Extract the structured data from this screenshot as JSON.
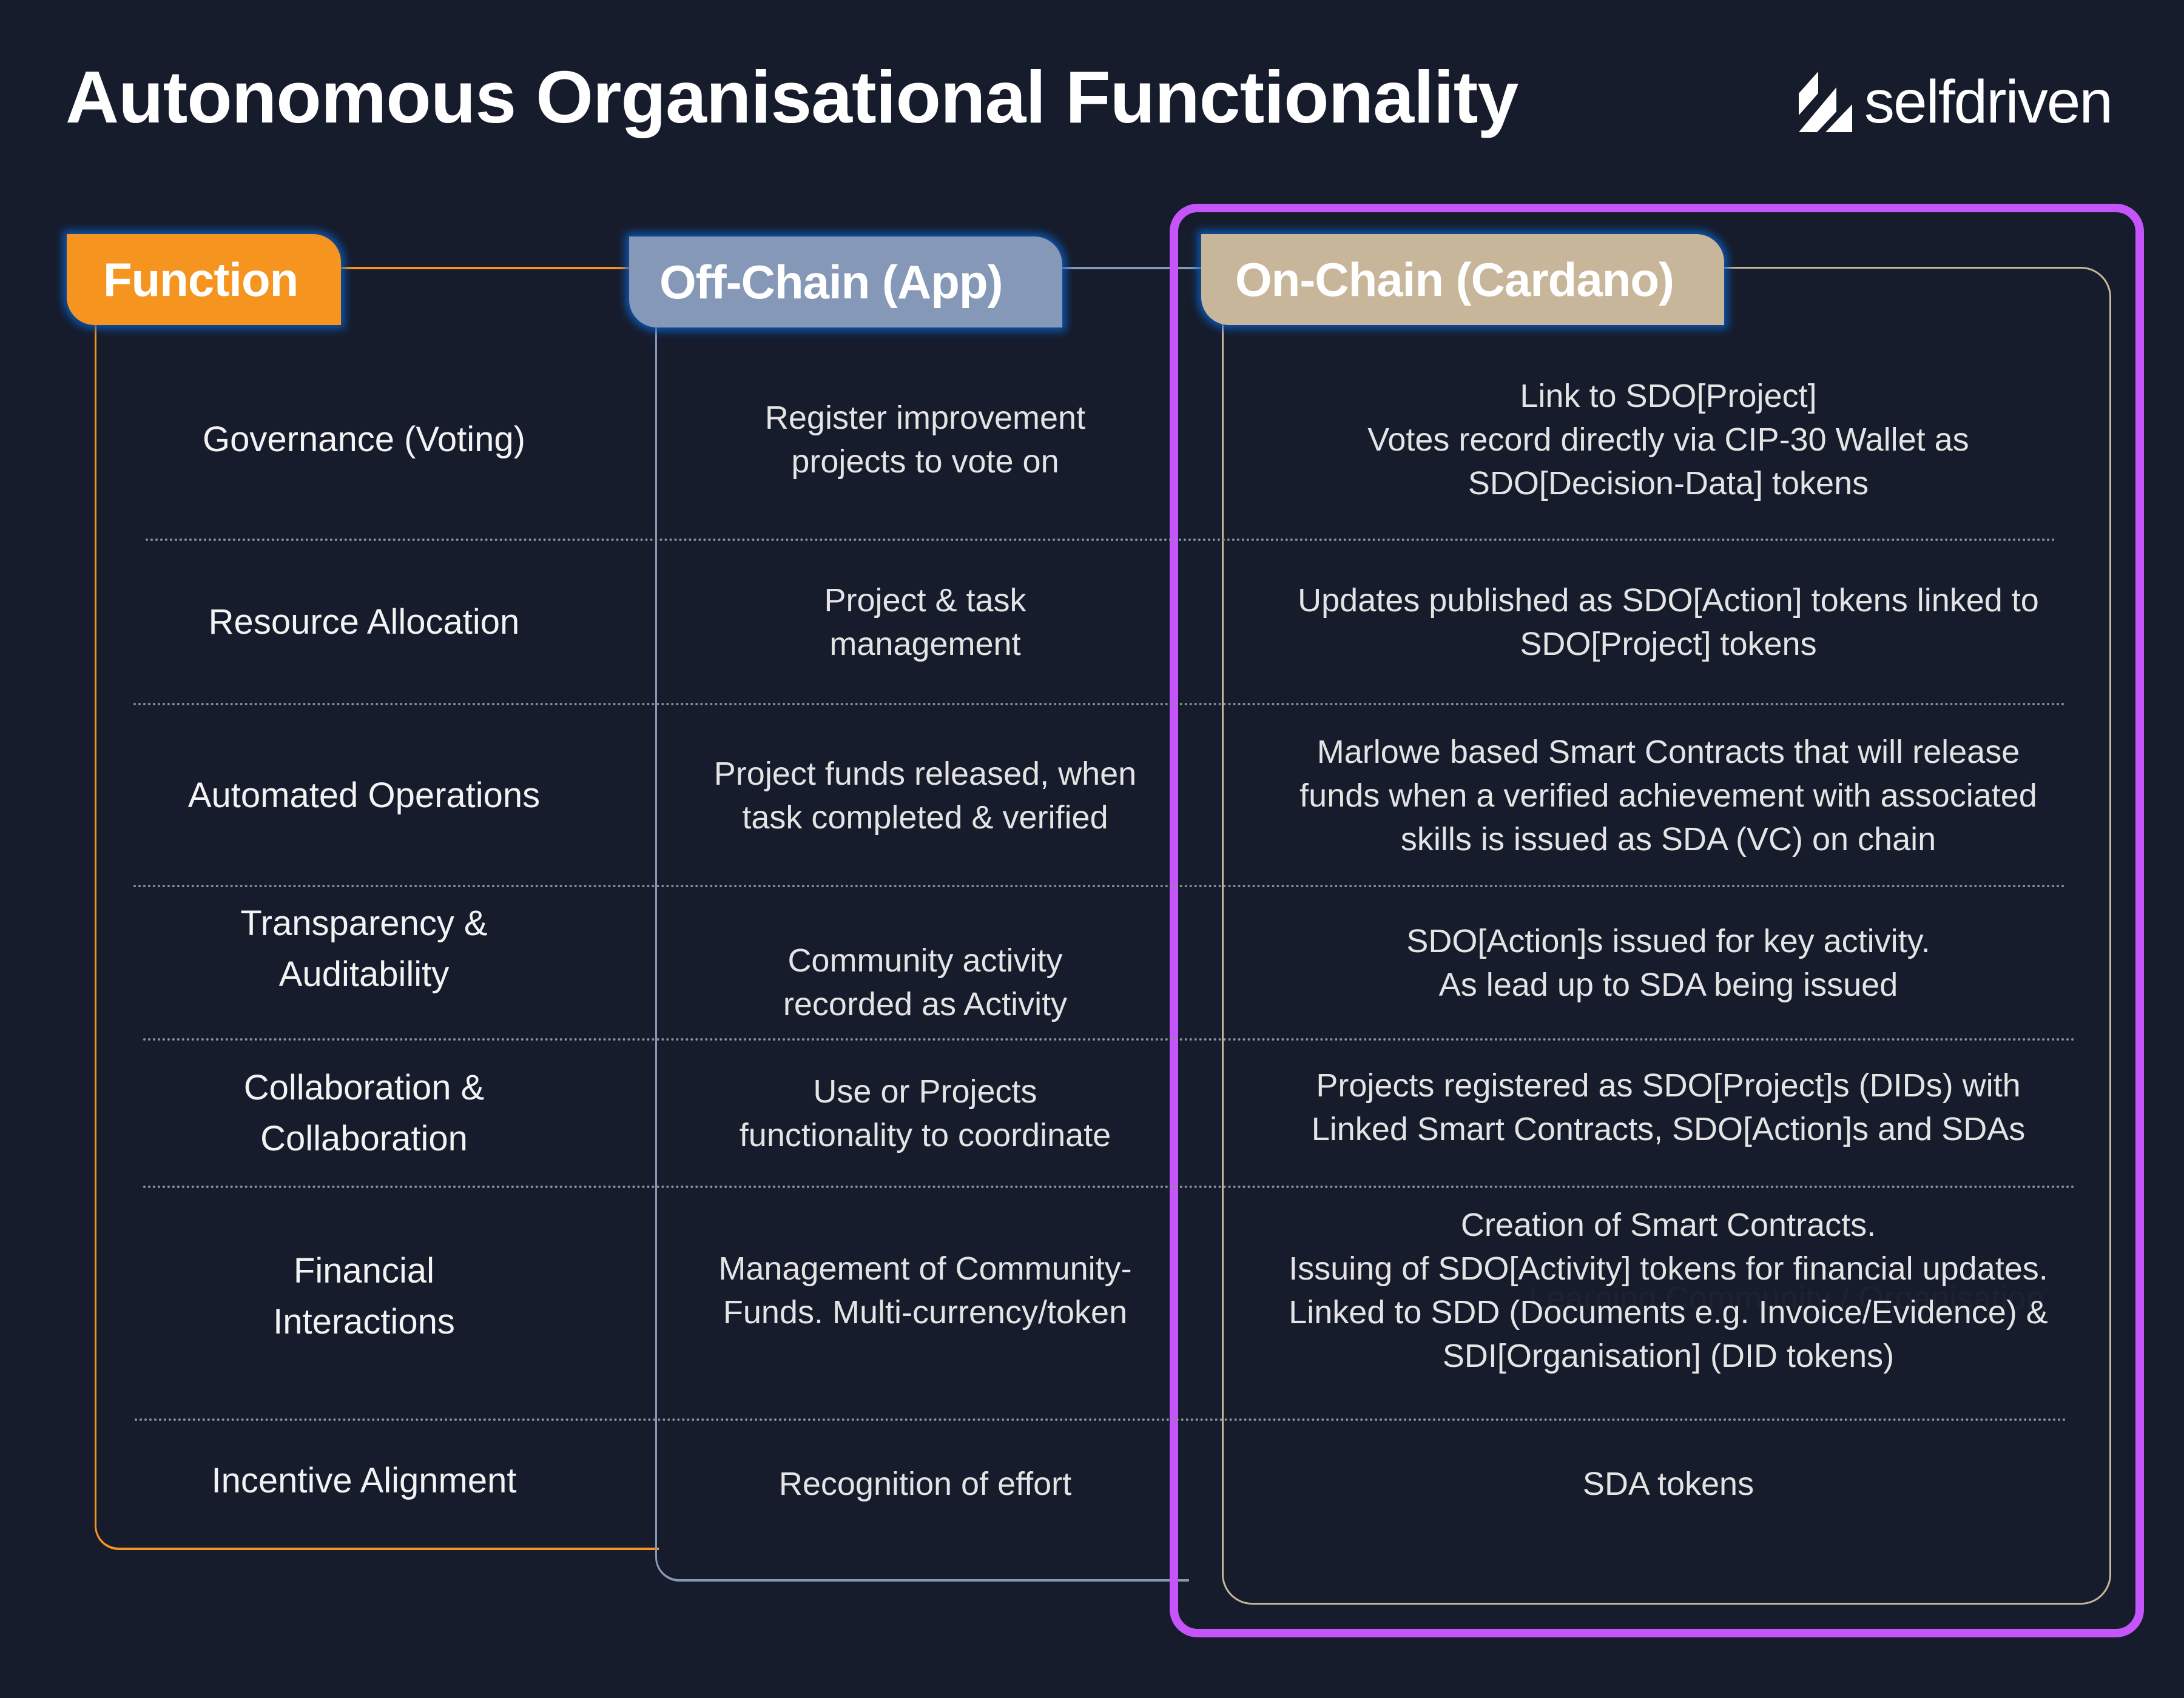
{
  "header": {
    "title": "Autonomous Organisational Functionality",
    "logo_text": "selfdriven",
    "logo_icon": "selfdriven-stripes-logo"
  },
  "columns": {
    "function": {
      "label": "Function",
      "color": "#f5941f"
    },
    "offchain": {
      "label": "Off-Chain (App)",
      "color": "#8598b7"
    },
    "onchain": {
      "label": "On-Chain (Cardano)",
      "color": "#c8b69b"
    },
    "highlight_color": "#c555fb"
  },
  "rows": [
    {
      "function": "Governance (Voting)",
      "offchain": "Register improvement\nprojects to vote on",
      "onchain": "Link to SDO[Project]\nVotes record directly via CIP-30 Wallet as\nSDO[Decision-Data] tokens"
    },
    {
      "function": "Resource Allocation",
      "offchain": "Project & task\nmanagement",
      "onchain": "Updates published as SDO[Action] tokens linked to\nSDO[Project] tokens"
    },
    {
      "function": "Automated Operations",
      "offchain": "Project funds released, when\ntask completed & verified",
      "onchain": "Marlowe based Smart Contracts that will release\nfunds when a verified achievement with associated\nskills is issued as SDA (VC) on chain"
    },
    {
      "function": "Transparency &\nAuditability",
      "offchain": "Community activity\nrecorded as Activity",
      "onchain": "SDO[Action]s issued for key activity.\nAs lead up to SDA being issued"
    },
    {
      "function": "Collaboration &\nCollaboration",
      "offchain": "Use or Projects\nfunctionality to coordinate",
      "onchain": "Projects registered as SDO[Project]s (DIDs) with\nLinked Smart Contracts, SDO[Action]s and SDAs"
    },
    {
      "function": "Financial\nInteractions",
      "offchain": "Management of Community-\nFunds. Multi-currency/token",
      "onchain": "Creation of Smart Contracts.\nIssuing of SDO[Activity] tokens for financial updates.\nLinked to SDD (Documents e.g. Invoice/Evidence) &\nSDI[Organisation] (DID tokens)"
    },
    {
      "function": "Incentive Alignment",
      "offchain": "Recognition of effort",
      "onchain": "SDA tokens"
    }
  ],
  "ghost_text": "Learning Community / Organisation"
}
